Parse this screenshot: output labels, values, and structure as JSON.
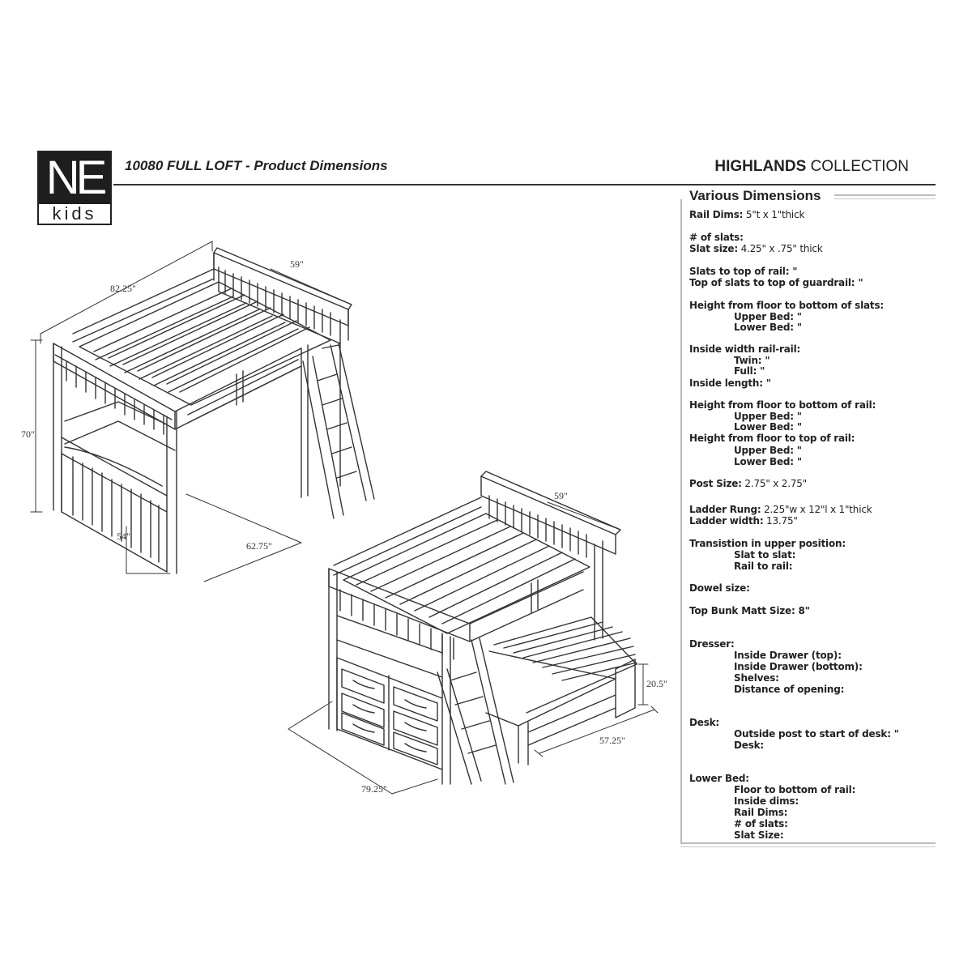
{
  "logo": {
    "line1": "NE",
    "line2": "kids"
  },
  "header": {
    "title": "10080 FULL LOFT - Product Dimensions",
    "collection_bold": "HIGHLANDS",
    "collection_rest": " COLLECTION"
  },
  "dimensions": {
    "loft_length": "82.25\"",
    "loft_width_top": "59\"",
    "loft_height": "70\"",
    "loft_width_bottom": "54\"",
    "loft_clearance": "62.75\"",
    "combo_width_top": "59\"",
    "combo_lower_height": "20.5\"",
    "combo_lower_width": "57.25\"",
    "combo_length": "79.25\""
  },
  "specs": {
    "title": "Various Dimensions",
    "rail_dims_label": "Rail Dims:",
    "rail_dims_value": " 5\"t x 1\"thick",
    "num_slats_label": "# of slats:",
    "slat_size_label": "Slat size:",
    "slat_size_value": " 4.25\" x .75\" thick",
    "slats_top_rail": "Slats to top of rail: \"",
    "slats_top_guardrail": "Top of slats to top of guardrail: \"",
    "height_slats_label": "Height from floor to bottom of slats:",
    "upper_bed": "Upper Bed: \"",
    "lower_bed": "Lower Bed: \"",
    "inside_width_label": "Inside width rail-rail:",
    "twin": "Twin: \"",
    "full": "Full: \"",
    "inside_length": "Inside length: \"",
    "height_bottom_rail_label": "Height from floor to bottom of rail:",
    "height_top_rail_label": "Height from floor to top of rail:",
    "post_size_label": "Post Size:",
    "post_size_value": " 2.75\" x 2.75\"",
    "ladder_rung_label": "Ladder Rung:",
    "ladder_rung_value": " 2.25\"w x 12\"l x 1\"thick",
    "ladder_width_label": "Ladder width:",
    "ladder_width_value": " 13.75\"",
    "transition_label": "Transistion in upper position:",
    "slat_to_slat": "Slat to slat:",
    "rail_to_rail": "Rail to rail:",
    "dowel_size": "Dowel size:",
    "top_bunk_matt": "Top Bunk Matt Size: 8\"",
    "dresser_label": "Dresser:",
    "inside_drawer_top": "Inside Drawer (top):",
    "inside_drawer_bottom": "Inside Drawer (bottom):",
    "shelves": "Shelves:",
    "distance_opening": "Distance of opening:",
    "desk_label": "Desk:",
    "outside_post_desk": "Outside post to start of desk: \"",
    "desk": "Desk:",
    "lower_bed_label": "Lower Bed:",
    "floor_bottom_rail": "Floor to bottom of rail:",
    "inside_dims": "Inside dims:",
    "lb_rail_dims": "Rail Dims:",
    "lb_num_slats": "# of slats:",
    "lb_slat_size": "Slat Size:"
  }
}
